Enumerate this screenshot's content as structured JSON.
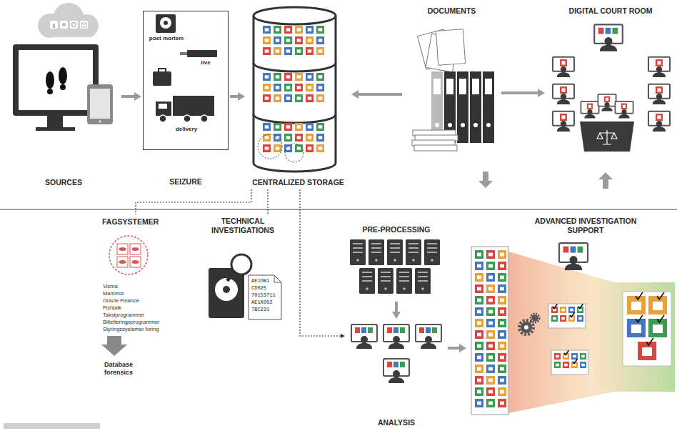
{
  "diagram": {
    "nodes": [
      {
        "text": [
          "SOURCES"
        ]
      },
      {
        "text": [
          "SEIZURE",
          "post mortem",
          "live",
          "delivery"
        ]
      },
      {
        "text": [
          "CENTRALIZED STORAGE"
        ]
      },
      {
        "text": [
          "DOCUMENTS"
        ]
      },
      {
        "text": [
          "DIGITAL COURT ROOM"
        ]
      },
      {
        "text": [
          "FAGSYSTEMER",
          "Visma",
          "Mammut",
          "Oracle Finance",
          "Fishtalk",
          "Takstprogrammer",
          "Billetteringsprogrammer",
          "Styringssystemer foring",
          "Database forensics"
        ]
      },
      {
        "text": [
          "TECHNICAL INVESTIGATIONS"
        ]
      },
      {
        "text": [
          "PRE-PROCESSING"
        ]
      },
      {
        "text": [
          "ANALYSIS"
        ]
      },
      {
        "text": [
          "ADVANCED INVESTIGATION SUPPORT"
        ]
      }
    ],
    "edges": [
      {
        "from": 0,
        "to": 1,
        "arrow": "to"
      },
      {
        "from": 1,
        "to": 2,
        "arrow": "to"
      },
      {
        "from": 3,
        "to": 2,
        "arrow": "to"
      },
      {
        "from": 3,
        "to": 4,
        "arrow": "to"
      },
      {
        "from": 2,
        "to": 5,
        "arrow": "none"
      },
      {
        "from": 2,
        "to": 6,
        "arrow": "none"
      },
      {
        "from": 2,
        "to": 8,
        "arrow": "to"
      },
      {
        "from": 7,
        "to": 8,
        "arrow": "to"
      },
      {
        "from": 8,
        "to": 9,
        "arrow": "to"
      }
    ],
    "labels": [
      "AE1OB1",
      "CD025",
      "70153711",
      "AE1X002",
      "7BC231"
    ]
  }
}
